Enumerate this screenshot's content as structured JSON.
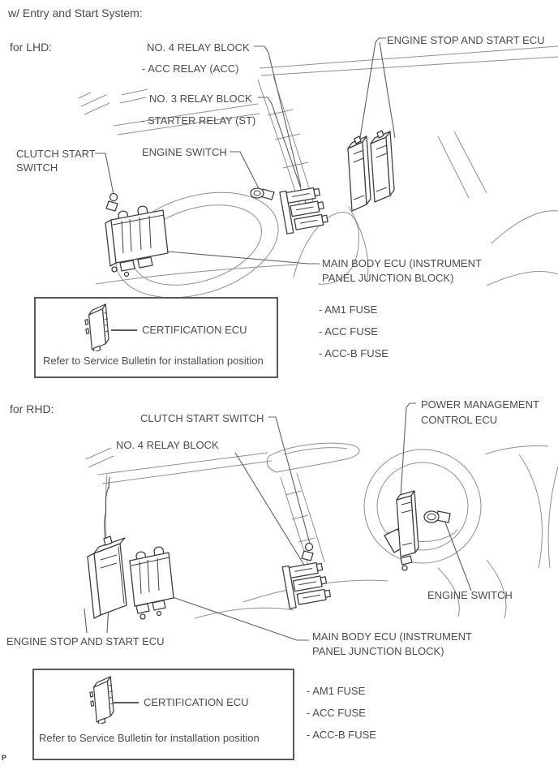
{
  "page": {
    "title": "w/ Entry and Start System:",
    "footer_mark": "P"
  },
  "colors": {
    "label_text": "#4c4c4e",
    "art_line": "#8f8f91",
    "part_line": "#404042",
    "box_border": "#58595b"
  },
  "lhd": {
    "section_label": "for LHD:",
    "labels": {
      "no4_relay_block": "NO. 4 RELAY BLOCK",
      "acc_relay": "- ACC RELAY (ACC)",
      "engine_stop_start_ecu": "ENGINE STOP AND START ECU",
      "no3_relay_block": "NO. 3 RELAY BLOCK",
      "starter_relay": "- STARTER RELAY (ST)",
      "clutch_start_switch": "CLUTCH START SWITCH",
      "engine_switch": "ENGINE SWITCH",
      "main_body_ecu": "MAIN BODY ECU (INSTRUMENT PANEL JUNCTION BLOCK)"
    },
    "certification": {
      "label": "CERTIFICATION ECU",
      "note": "Refer to Service Bulletin for installation position"
    },
    "fuses": [
      "- AM1 FUSE",
      "- ACC FUSE",
      "- ACC-B FUSE"
    ]
  },
  "rhd": {
    "section_label": "for RHD:",
    "labels": {
      "clutch_start_switch": "CLUTCH START SWITCH",
      "no4_relay_block": "NO. 4 RELAY BLOCK",
      "power_management_control_ecu": "POWER MANAGEMENT CONTROL ECU",
      "engine_switch": "ENGINE SWITCH",
      "engine_stop_start_ecu": "ENGINE STOP AND START ECU",
      "main_body_ecu": "MAIN BODY ECU (INSTRUMENT PANEL JUNCTION BLOCK)"
    },
    "certification": {
      "label": "CERTIFICATION ECU",
      "note": "Refer to Service Bulletin for installation position"
    },
    "fuses": [
      "- AM1 FUSE",
      "- ACC FUSE",
      "- ACC-B FUSE"
    ]
  }
}
